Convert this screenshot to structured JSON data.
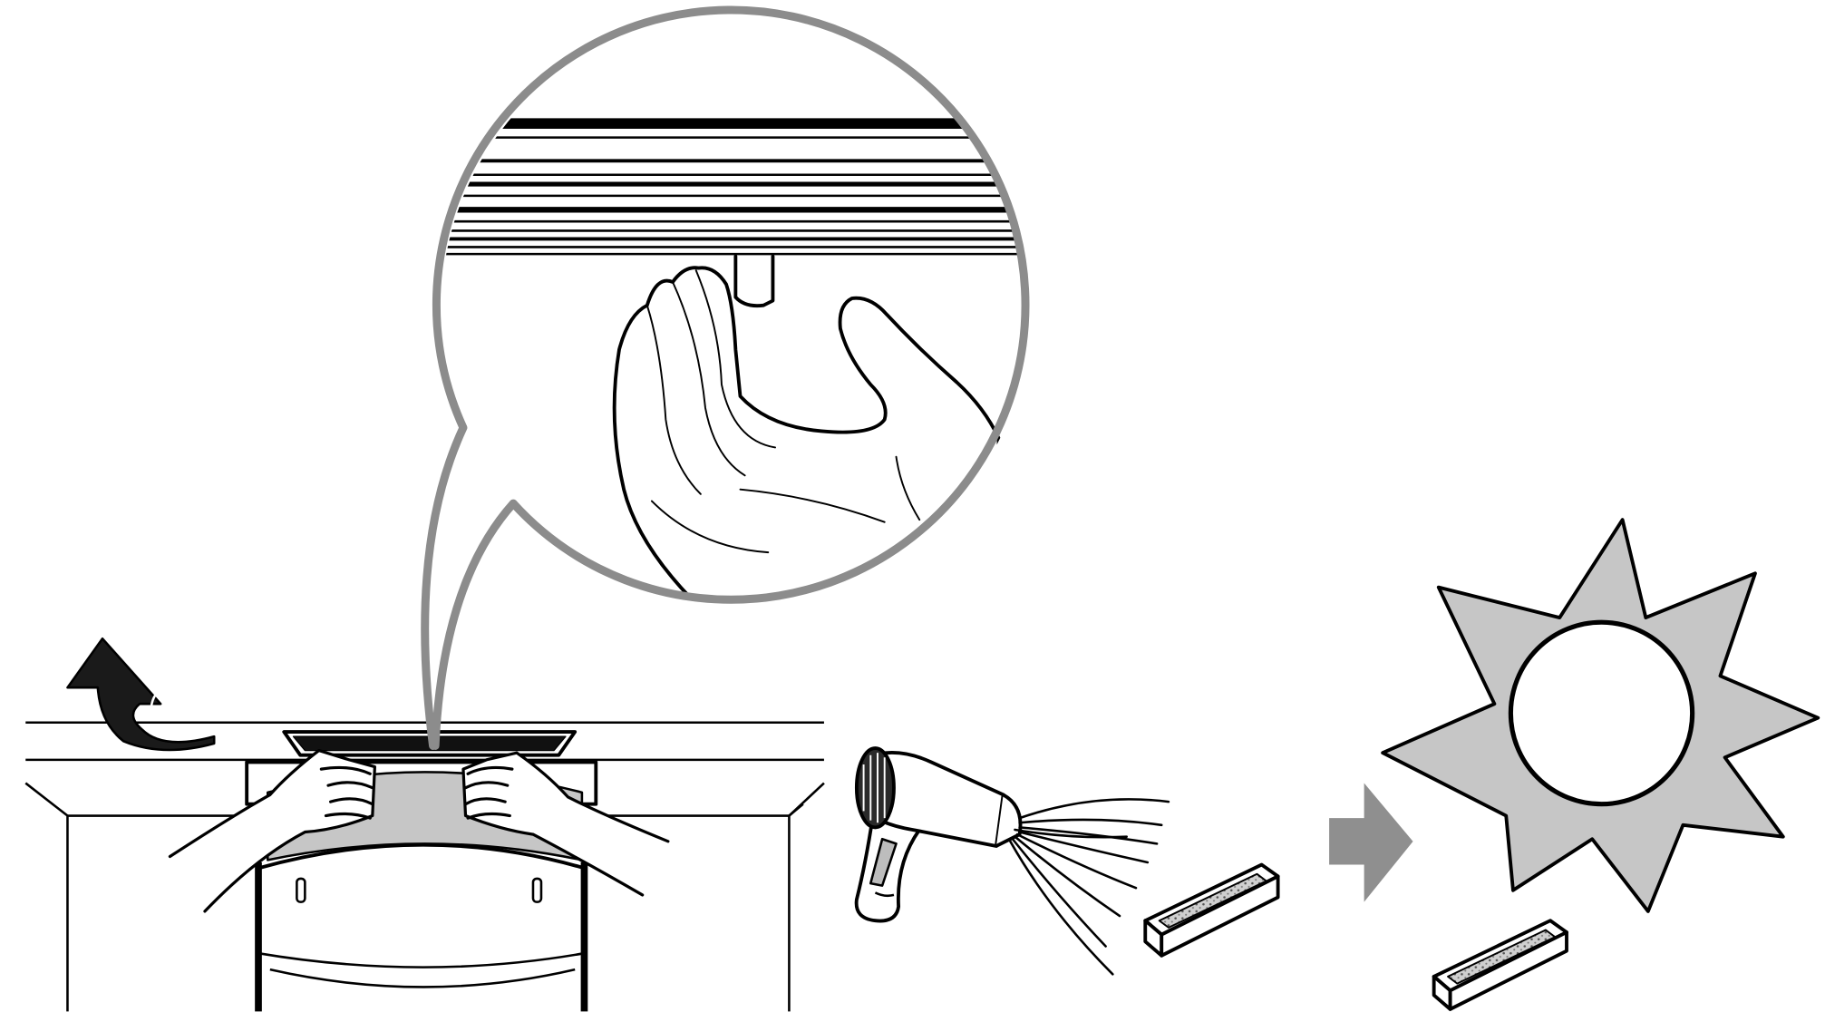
{
  "figure": {
    "panels": [
      {
        "id": "remove-filter",
        "icons": [
          "lift-arrow-icon",
          "hands-icon",
          "filter-frame-icon",
          "magnifier-callout-icon"
        ]
      },
      {
        "id": "clean-filter",
        "icons": [
          "hair-dryer-icon",
          "air-stream-icon",
          "filter-block-icon"
        ]
      },
      {
        "id": "dry-filter",
        "icons": [
          "next-step-arrow-icon",
          "sun-icon",
          "filter-block-icon"
        ]
      }
    ]
  },
  "colors": {
    "line": "#000000",
    "callout": "#8c8c8c",
    "shade": "#c6c6c6",
    "arrow": "#8f8f8f",
    "dot": "#555555",
    "background": "#ffffff"
  }
}
